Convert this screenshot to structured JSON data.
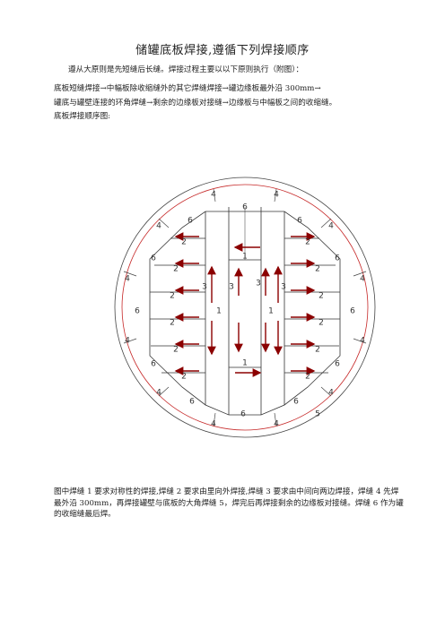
{
  "document": {
    "title": "储罐底板焊接,遵循下列焊接顺序",
    "intro": "遵从大原则是先短缝后长缝。焊接过程主要以以下原则执行（附图）：",
    "sequence_line1": "底板短缝焊接→中幅板除收缩缝外的其它焊缝焊接→罐边缘板最外沿 300mm→",
    "sequence_line2": "罐底与罐壁连接的环角焊缝→剩余的边缘板对接缝→边缘板与中幅板之间的收缩缝。",
    "figure_caption": "底板焊接顺序图:",
    "note": "图中焊缝 1 要求对称性的焊接,焊缝 2 要求由里向外焊接,焊缝 3 要求由中间向两边焊接，焊缝 4 先焊最外沿 300mm，再焊接罐壁与底板的大角焊缝 5，焊完后再焊接剩余的边缘板对接缝。焊缝 6 作为罐的收缩缝最后焊。"
  },
  "diagram": {
    "colors": {
      "outer_ring": "#c62828",
      "lines": "#333333",
      "arrows": "#8b0000"
    },
    "labels": {
      "seam1": "1",
      "seam2": "2",
      "seam3": "3",
      "seam4": "4",
      "seam5": "5",
      "seam6": "6"
    }
  }
}
